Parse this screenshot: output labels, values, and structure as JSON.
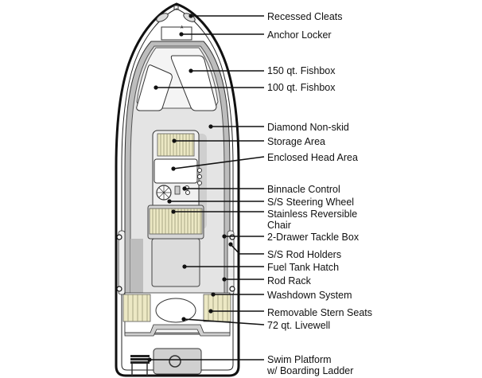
{
  "diagram": {
    "subject": "Center console boat deck layout (top view)",
    "colors": {
      "outline": "#111111",
      "deck": "#e4e4e4",
      "deck_light": "#f4f4f4",
      "gunwale_shadow": "#bdbdbd",
      "cushion": "#ece8c4",
      "cushion_stripe": "#8c8a6a",
      "background": "#ffffff"
    },
    "labels": [
      {
        "id": "recessed-cleats",
        "text": "Recessed Cleats"
      },
      {
        "id": "anchor-locker",
        "text": "Anchor Locker"
      },
      {
        "id": "fishbox-150",
        "text": "150 qt. Fishbox"
      },
      {
        "id": "fishbox-100",
        "text": "100 qt. Fishbox"
      },
      {
        "id": "diamond-non-skid",
        "text": "Diamond Non-skid"
      },
      {
        "id": "storage-area",
        "text": "Storage Area"
      },
      {
        "id": "enclosed-head-area",
        "text": "Enclosed Head Area"
      },
      {
        "id": "binnacle-control",
        "text": "Binnacle Control"
      },
      {
        "id": "steering-wheel",
        "text": "S/S Steering Wheel"
      },
      {
        "id": "reversible-chair",
        "text": "Stainless Reversible",
        "text2": "Chair"
      },
      {
        "id": "tackle-box",
        "text": "2-Drawer Tackle Box"
      },
      {
        "id": "rod-holders",
        "text": "S/S Rod Holders"
      },
      {
        "id": "fuel-tank-hatch",
        "text": "Fuel Tank Hatch"
      },
      {
        "id": "rod-rack",
        "text": "Rod Rack"
      },
      {
        "id": "washdown-system",
        "text": "Washdown System"
      },
      {
        "id": "stern-seats",
        "text": "Removable Stern Seats"
      },
      {
        "id": "livewell",
        "text": "72 qt. Livewell"
      },
      {
        "id": "swim-platform",
        "text": "Swim Platform",
        "text2": "w/ Boarding Ladder"
      }
    ]
  }
}
